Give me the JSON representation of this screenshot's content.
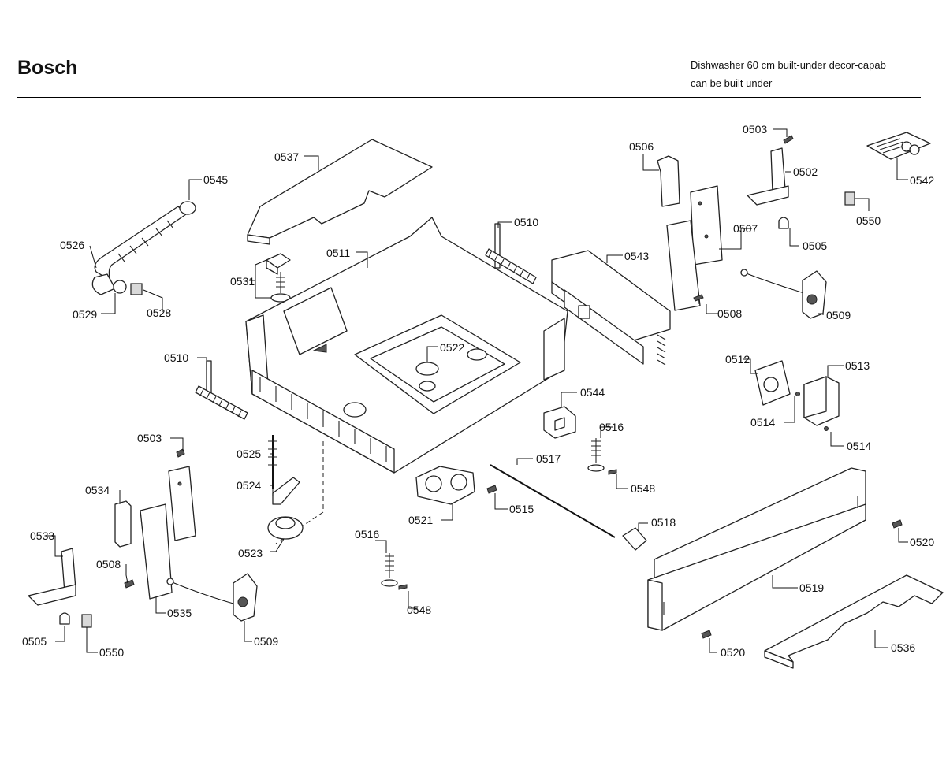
{
  "header": {
    "brand": "Bosch",
    "description_line1": "Dishwasher 60 cm built-under decor-capab",
    "description_line2": "can be built under"
  },
  "parts": [
    {
      "id": "p0537",
      "label": "0537"
    },
    {
      "id": "p0545",
      "label": "0545"
    },
    {
      "id": "p0526",
      "label": "0526"
    },
    {
      "id": "p0529",
      "label": "0529"
    },
    {
      "id": "p0528",
      "label": "0528"
    },
    {
      "id": "p0531",
      "label": "0531"
    },
    {
      "id": "p0511",
      "label": "0511"
    },
    {
      "id": "p0510a",
      "label": "0510"
    },
    {
      "id": "p0510b",
      "label": "0510"
    },
    {
      "id": "p0522",
      "label": "0522"
    },
    {
      "id": "p0543",
      "label": "0543"
    },
    {
      "id": "p0506",
      "label": "0506"
    },
    {
      "id": "p0503a",
      "label": "0503"
    },
    {
      "id": "p0502",
      "label": "0502"
    },
    {
      "id": "p0542",
      "label": "0542"
    },
    {
      "id": "p0507",
      "label": "0507"
    },
    {
      "id": "p0505a",
      "label": "0505"
    },
    {
      "id": "p0550a",
      "label": "0550"
    },
    {
      "id": "p0508a",
      "label": "0508"
    },
    {
      "id": "p0509a",
      "label": "0509"
    },
    {
      "id": "p0512",
      "label": "0512"
    },
    {
      "id": "p0513",
      "label": "0513"
    },
    {
      "id": "p0514a",
      "label": "0514"
    },
    {
      "id": "p0514b",
      "label": "0514"
    },
    {
      "id": "p0544",
      "label": "0544"
    },
    {
      "id": "p0516a",
      "label": "0516"
    },
    {
      "id": "p0548a",
      "label": "0548"
    },
    {
      "id": "p0517",
      "label": "0517"
    },
    {
      "id": "p0515",
      "label": "0515"
    },
    {
      "id": "p0521",
      "label": "0521"
    },
    {
      "id": "p0518",
      "label": "0518"
    },
    {
      "id": "p0520a",
      "label": "0520"
    },
    {
      "id": "p0519",
      "label": "0519"
    },
    {
      "id": "p0520b",
      "label": "0520"
    },
    {
      "id": "p0536",
      "label": "0536"
    },
    {
      "id": "p0503b",
      "label": "0503"
    },
    {
      "id": "p0525",
      "label": "0525"
    },
    {
      "id": "p0524",
      "label": "0524"
    },
    {
      "id": "p0523",
      "label": "0523"
    },
    {
      "id": "p0534",
      "label": "0534"
    },
    {
      "id": "p0533",
      "label": "0533"
    },
    {
      "id": "p0508b",
      "label": "0508"
    },
    {
      "id": "p0535",
      "label": "0535"
    },
    {
      "id": "p0505b",
      "label": "0505"
    },
    {
      "id": "p0550b",
      "label": "0550"
    },
    {
      "id": "p0509b",
      "label": "0509"
    },
    {
      "id": "p0516b",
      "label": "0516"
    },
    {
      "id": "p0548b",
      "label": "0548"
    }
  ]
}
